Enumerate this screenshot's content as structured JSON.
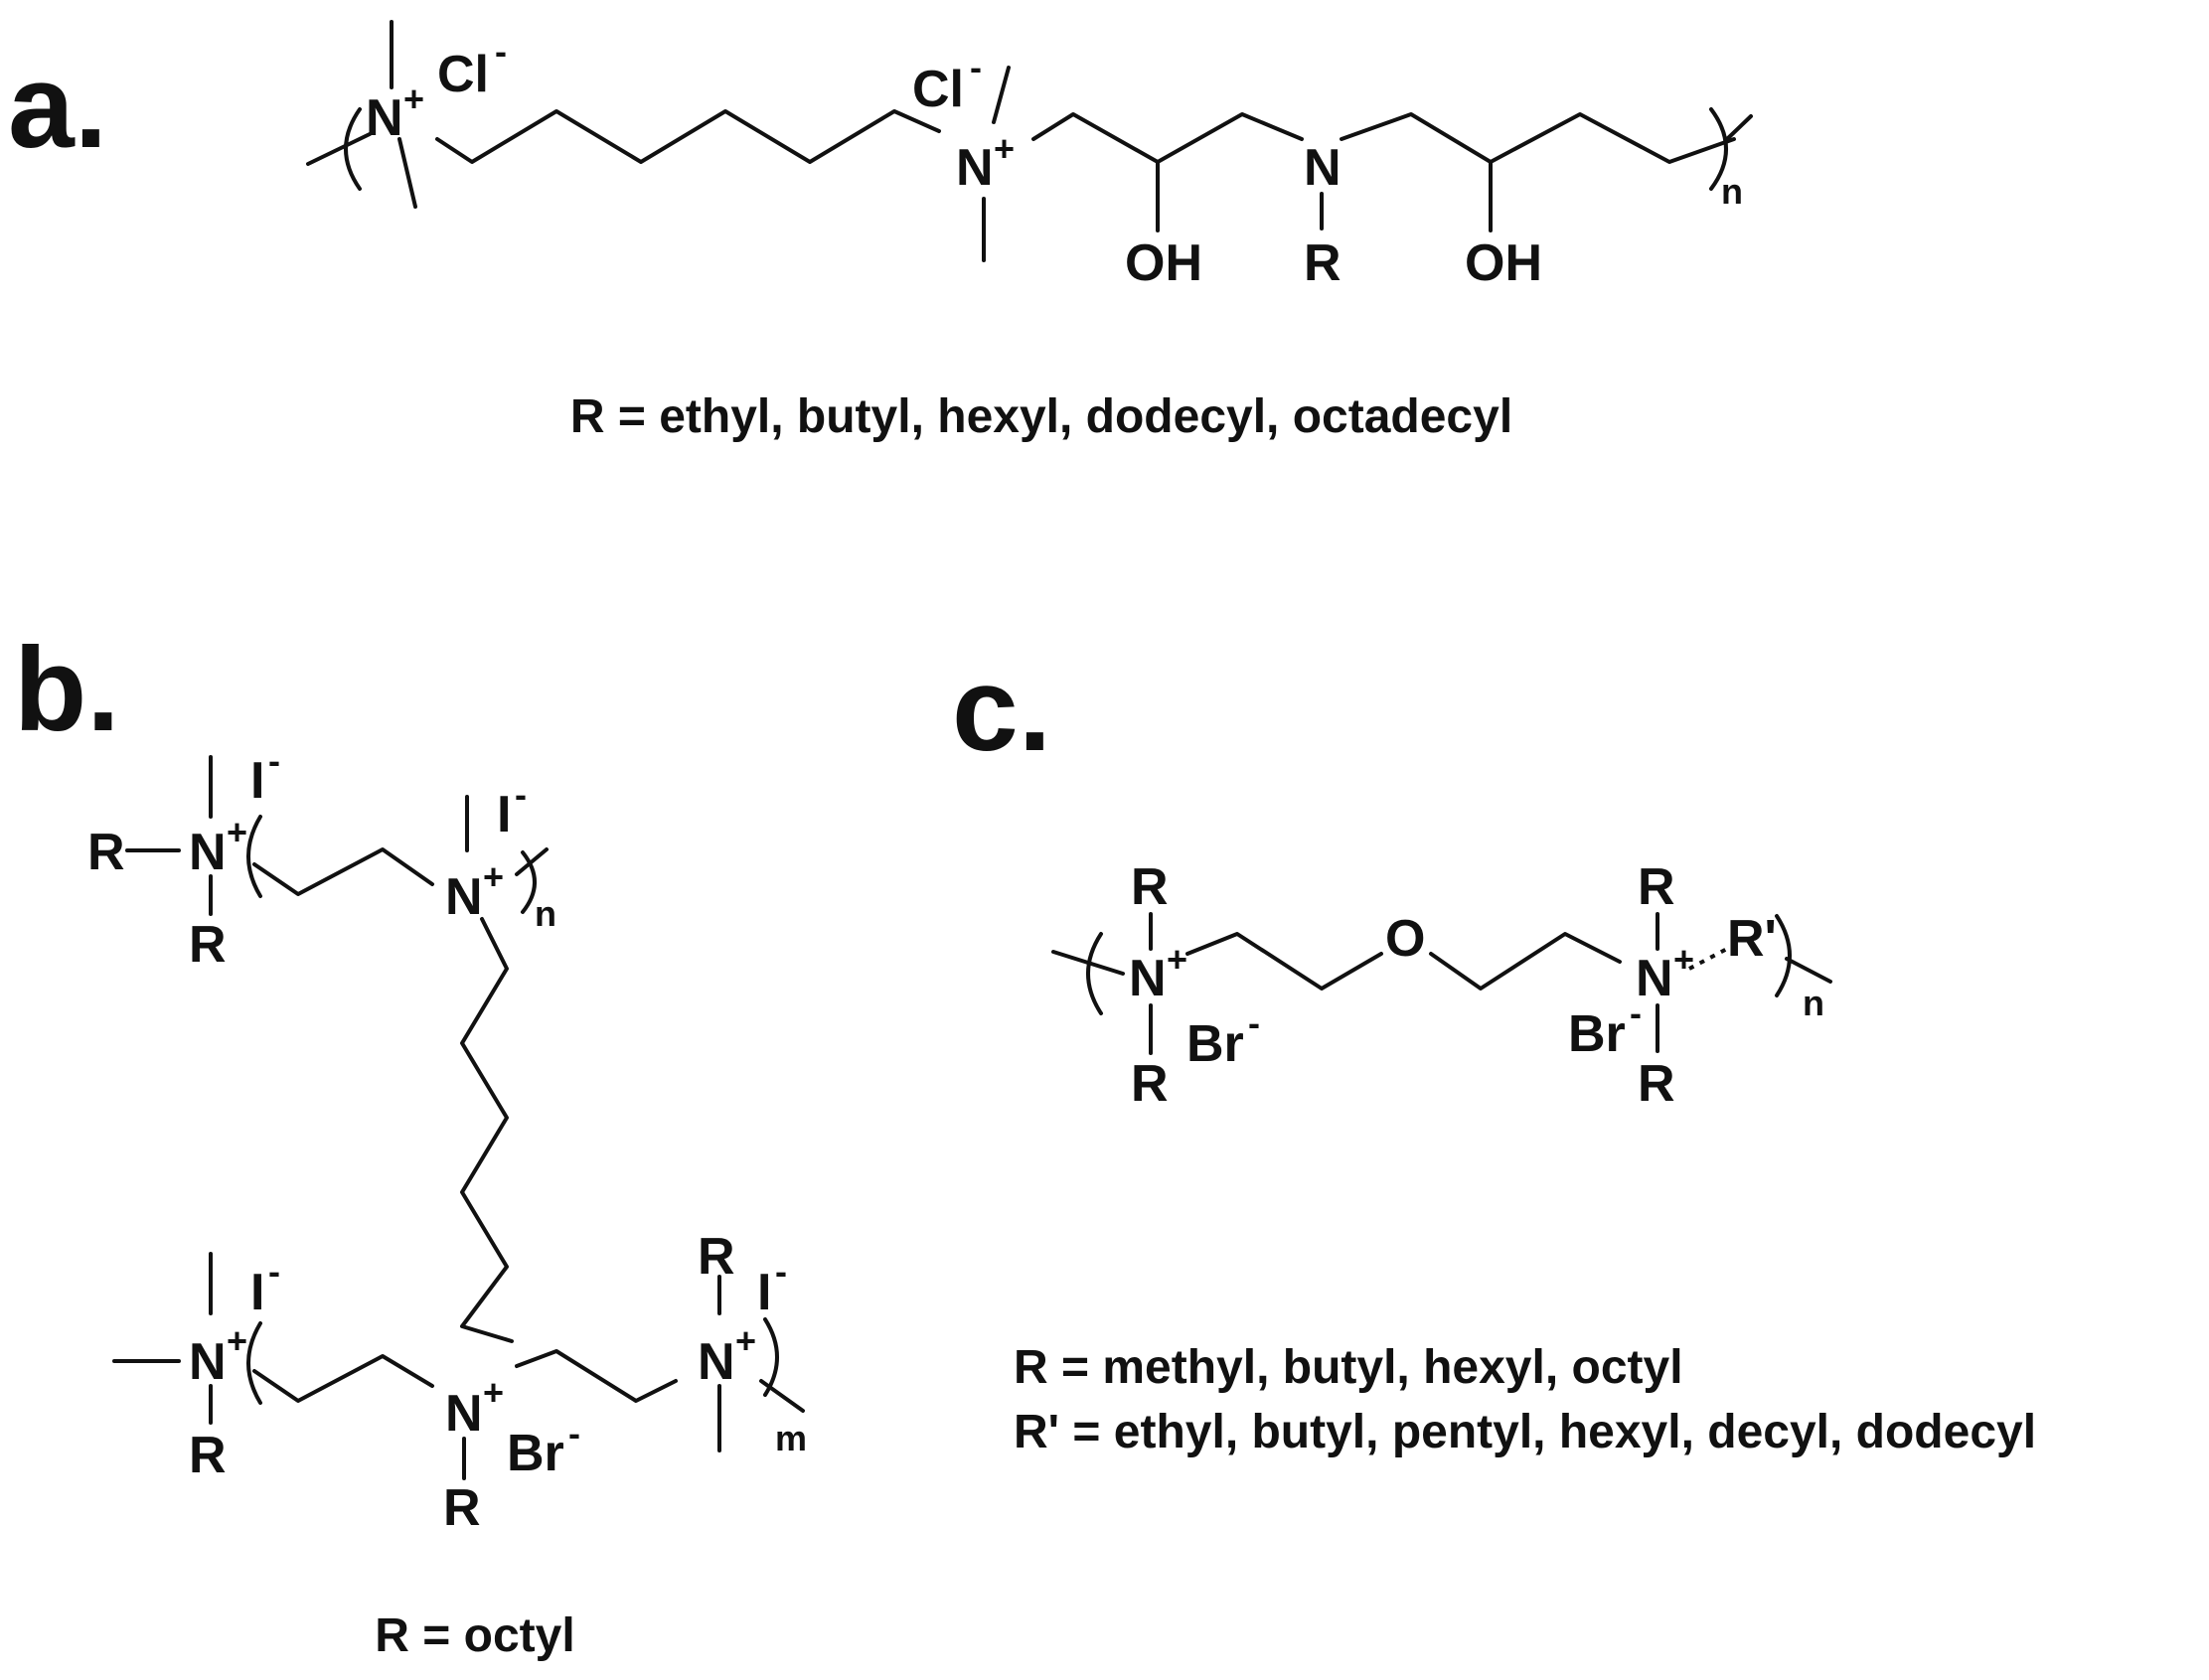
{
  "panels": {
    "a": {
      "label": "a.",
      "caption": "R = ethyl, butyl, hexyl, dodecyl, octadecyl",
      "atoms": {
        "n_left": "N",
        "n_left_charge": "+",
        "cl1": "Cl",
        "cl1_charge": "-",
        "n_mid": "N",
        "n_mid_charge": "+",
        "cl2": "Cl",
        "cl2_charge": "-",
        "n_amine": "N",
        "r": "R",
        "oh1": "OH",
        "oh2": "OH",
        "repeat": "n"
      }
    },
    "b": {
      "label": "b.",
      "caption": "R = octyl",
      "atoms": {
        "r_top_left": "R",
        "n_top_left": "N",
        "n_top_left_charge": "+",
        "i1": "I",
        "i1_charge": "-",
        "r_top_below": "R",
        "n_top_right": "N",
        "n_top_right_charge": "+",
        "i2": "I",
        "i2_charge": "-",
        "repeat_n": "n",
        "n_bot_left": "N",
        "n_bot_left_charge": "+",
        "i3": "I",
        "i3_charge": "-",
        "r_bot_left": "R",
        "n_bot_mid": "N",
        "n_bot_mid_charge": "+",
        "br": "Br",
        "br_charge": "-",
        "r_bot_mid": "R",
        "r_bot_right": "R",
        "n_bot_right": "N",
        "n_bot_right_charge": "+",
        "i4": "I",
        "i4_charge": "-",
        "repeat_m": "m"
      }
    },
    "c": {
      "label": "c.",
      "caption_r": "R = methyl, butyl, hexyl, octyl",
      "caption_r_prime": "R' = ethyl, butyl, pentyl, hexyl, decyl, dodecyl",
      "atoms": {
        "r1": "R",
        "n1": "N",
        "n1_charge": "+",
        "br1": "Br",
        "br1_charge": "-",
        "r2": "R",
        "o": "O",
        "r3": "R",
        "n2": "N",
        "n2_charge": "+",
        "r_prime": "R'",
        "br2": "Br",
        "br2_charge": "-",
        "r4": "R",
        "repeat": "n"
      }
    }
  }
}
